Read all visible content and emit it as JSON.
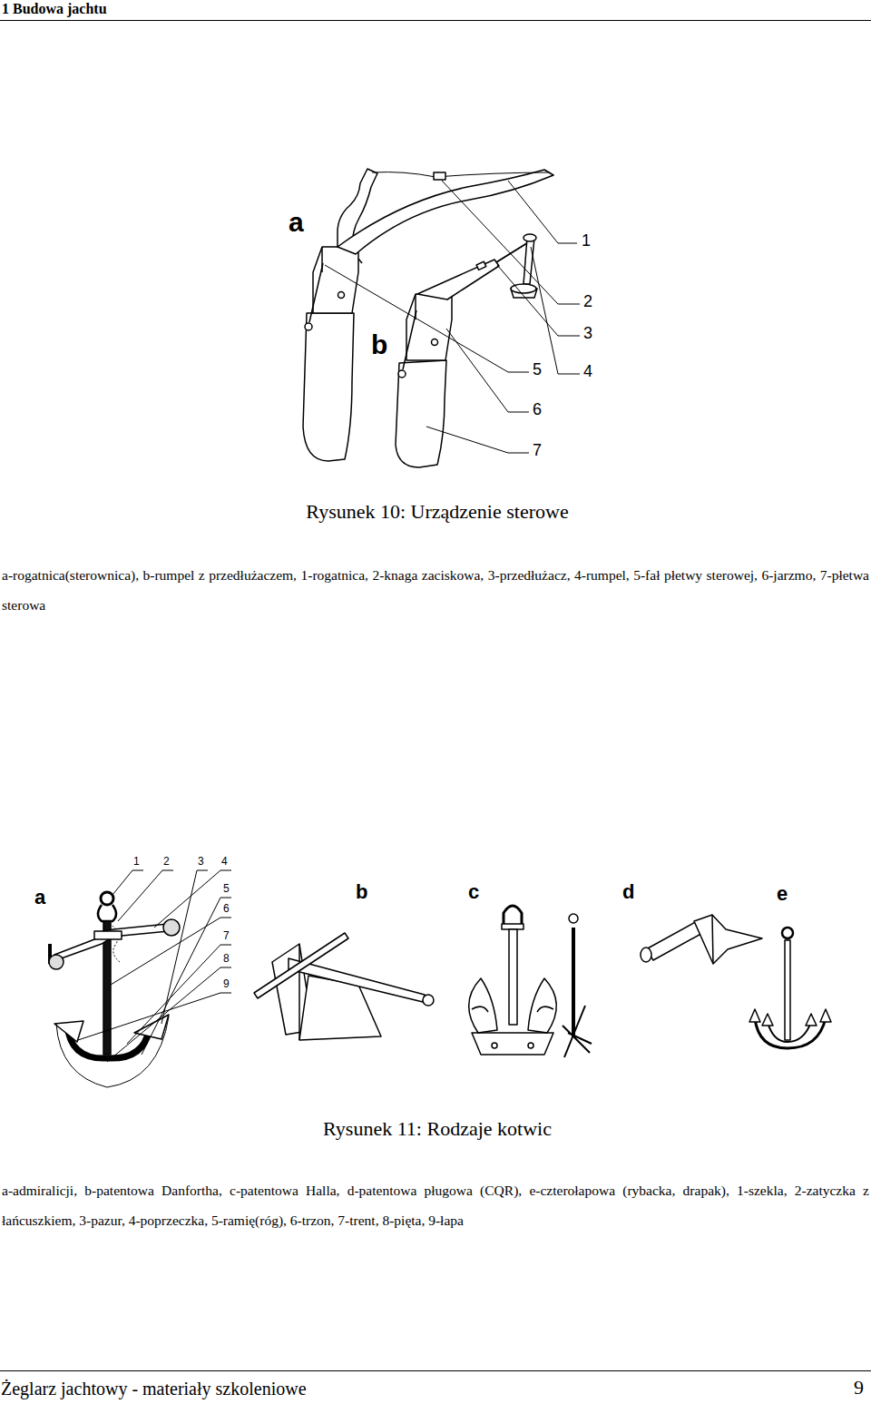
{
  "diagram": {
    "labels": [
      "1 Budowa jachtu",
      "a",
      "b",
      "1",
      "2",
      "3",
      "4",
      "5",
      "6",
      "7",
      "Rysunek 10: Urządzenie sterowe",
      "a-rogatnica(sterownica), b-rumpel z przedłużaczem, 1-rogatnica, 2-knaga zaciskowa, 3-przedłużacz, 4-rumpel, 5-fał płetwy sterowej, 6-jarzmo, 7-płetwa sterowa",
      "a",
      "b",
      "c",
      "d",
      "e",
      "1",
      "2",
      "3",
      "4",
      "5",
      "6",
      "7",
      "8",
      "9",
      "Rysunek 11: Rodzaje kotwic",
      "a-admiralicji, b-patentowa Danfortha, c-patentowa Halla, d-patentowa pługowa (CQR), e-czterołapowa (rybacka, drapak), 1-szekla, 2-zatyczka z łańcuszkiem, 3-pazur, 4-poprzeczka, 5-ramię(róg), 6-trzon, 7-trent, 8-pięta, 9-łapa",
      "Żeglarz jachtowy - materiały szkoleniowe",
      "9"
    ]
  }
}
